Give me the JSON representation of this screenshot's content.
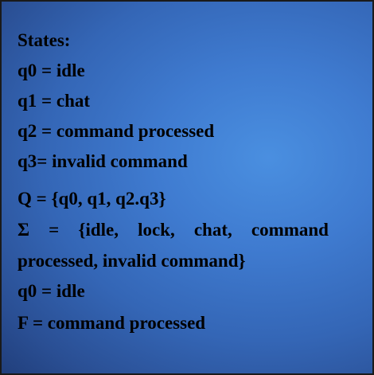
{
  "slide": {
    "states_heading": "States:",
    "state_defs": [
      "q0 = idle",
      "q1 = chat",
      "q2 = command processed",
      "q3=  invalid command"
    ],
    "Q_def": "Q = {q0, q1, q2.q3}",
    "sigma_line1_words": [
      "Σ",
      "=",
      "{idle,",
      "lock,",
      "chat,",
      "command"
    ],
    "sigma_line2": "processed, invalid command}",
    "start_state": "q0 = idle",
    "final_state": "F = command processed"
  },
  "colors": {
    "background_center": "#4a8fe0",
    "background_edge": "#213f7c",
    "text": "#000000",
    "border": "#1a1a1a"
  }
}
